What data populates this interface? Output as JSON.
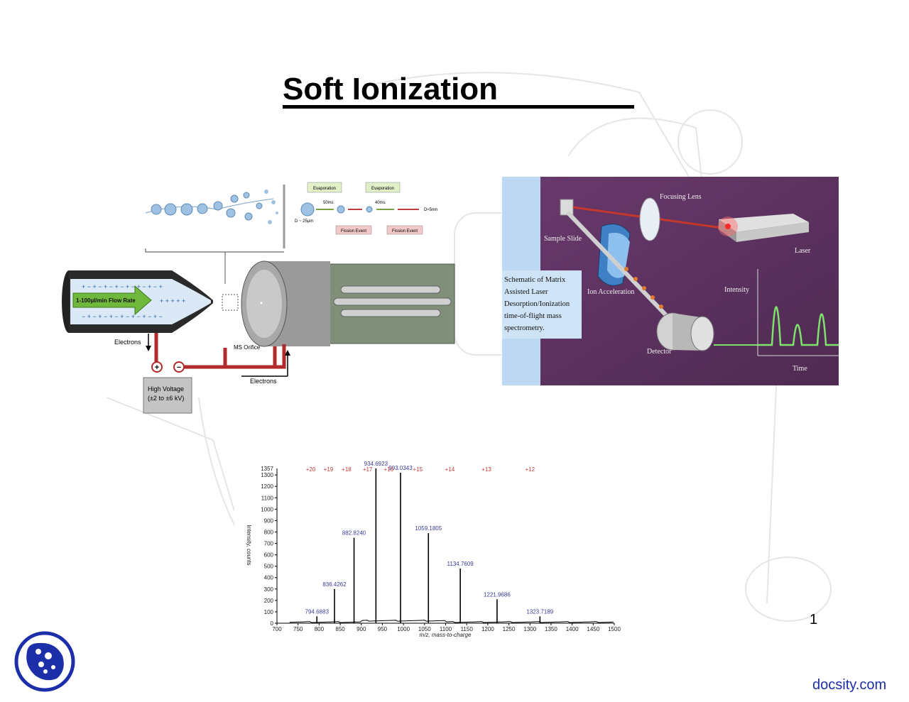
{
  "slide": {
    "title": "Soft Ionization",
    "page_number": "1",
    "watermark": "docsity.com"
  },
  "esi_diagram": {
    "flow_rate": "1-100µl/min Flow Rate",
    "electrons_left": "Electrons",
    "electrons_right": "Electrons",
    "ms_orifice": "MS Orifice",
    "hv_line1": "High Voltage",
    "hv_line2": "(±2 to ±6 kV)",
    "plus": "+",
    "minus": "−",
    "evaporation_1": "Evaporation",
    "evaporation_2": "Evaporation",
    "fission_1": "Fission Event",
    "fission_2": "Fission Event",
    "time_1": "50ms",
    "time_2": "40ms",
    "d_start": "D ~ 25µm",
    "d_end": "D≈5nm"
  },
  "maldi_diagram": {
    "caption_lines": [
      "Schematic of Matrix",
      "Assisted Laser",
      "Desorption/Ionization",
      "time-of-flight mass",
      "spectrometry."
    ],
    "focusing_lens": "Focusing Lens",
    "sample_slide": "Sample Slide",
    "laser": "Laser",
    "ion_acceleration": "Ion Acceleration",
    "intensity": "Intensity",
    "detector": "Detector",
    "time": "Time"
  },
  "chart_data": {
    "type": "line",
    "xlabel": "m/z, mass-to-charge",
    "ylabel": "Intensity, counts",
    "xlim": [
      700,
      1500
    ],
    "ylim": [
      0,
      1357
    ],
    "x_ticks": [
      "700",
      "750",
      "800",
      "850",
      "900",
      "950",
      "1000",
      "1050",
      "1100",
      "1150",
      "1200",
      "1250",
      "1300",
      "1350",
      "1400",
      "1450",
      "1500"
    ],
    "y_ticks": [
      "0",
      "100",
      "200",
      "300",
      "400",
      "500",
      "600",
      "700",
      "800",
      "900",
      "1000",
      "1100",
      "1200",
      "1300"
    ],
    "y_max_label": "1357",
    "peaks": [
      {
        "x": 794.6883,
        "y": 60,
        "label": "794.6883"
      },
      {
        "x": 836.4262,
        "y": 300,
        "label": "836.4262"
      },
      {
        "x": 882.824,
        "y": 750,
        "label": "882.8240"
      },
      {
        "x": 934.6923,
        "y": 1357,
        "label": "934.6923"
      },
      {
        "x": 993.0343,
        "y": 1320,
        "label": "993.0343"
      },
      {
        "x": 1059.1805,
        "y": 790,
        "label": "1059.1805"
      },
      {
        "x": 1134.7609,
        "y": 480,
        "label": "1134.7609"
      },
      {
        "x": 1221.9686,
        "y": 210,
        "label": "1221.9686"
      },
      {
        "x": 1323.7189,
        "y": 60,
        "label": "1323.7189"
      }
    ],
    "charge_states": [
      {
        "x": 780,
        "label": "+20"
      },
      {
        "x": 822,
        "label": "+19"
      },
      {
        "x": 865,
        "label": "+18"
      },
      {
        "x": 915,
        "label": "+17"
      },
      {
        "x": 965,
        "label": "+16"
      },
      {
        "x": 1034,
        "label": "+15"
      },
      {
        "x": 1110,
        "label": "+14"
      },
      {
        "x": 1197,
        "label": "+13"
      },
      {
        "x": 1300,
        "label": "+12"
      }
    ]
  }
}
